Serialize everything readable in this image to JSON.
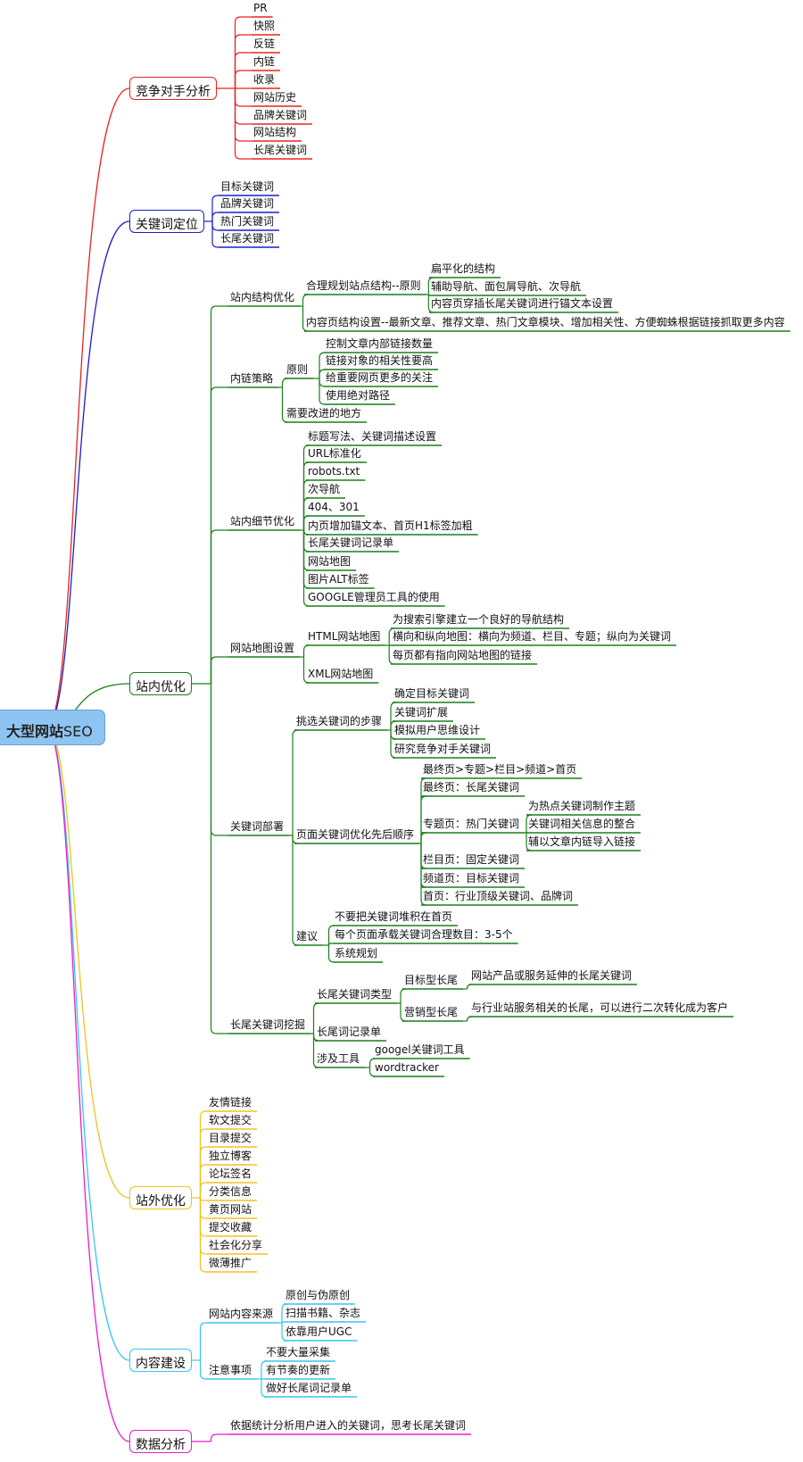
{
  "root": {
    "title_bold": "大型网站",
    "title_suffix": "SEO"
  },
  "competitor": {
    "title": "竞争对手分析",
    "color": "#e8231f",
    "items": [
      "PR",
      "快照",
      "反链",
      "内链",
      "收录",
      "网站历史",
      "品牌关键词",
      "网站结构",
      "长尾关键词"
    ]
  },
  "keyword_position": {
    "title": "关键词定位",
    "color": "#1c1ec8",
    "items": [
      "目标关键词",
      "品牌关键词",
      "热门关键词",
      "长尾关键词"
    ]
  },
  "onsite": {
    "title": "站内优化",
    "color": "#1b7f1b",
    "structure": {
      "title": "站内结构优化",
      "planning": "合理规划站点结构--原则",
      "flat": "扁平化的结构",
      "nav": "辅助导航、面包屑导航、次导航",
      "anchor": "内容页穿插长尾关键词进行锚文本设置",
      "content": "内容页结构设置--最新文章、推荐文章、热门文章模块、增加相关性、方便蜘蛛根据链接抓取更多内容"
    },
    "internal_links": {
      "title": "内链策略",
      "principle": "原则",
      "principles": [
        "控制文章内部链接数量",
        "链接对象的相关性要高",
        "给重要网页更多的关注",
        "使用绝对路径"
      ],
      "improve": "需要改进的地方"
    },
    "details": {
      "title": "站内细节优化",
      "items": [
        "标题写法、关键词描述设置",
        "URL标准化",
        "robots.txt",
        "次导航",
        "404、301",
        "内页增加锚文本、首页H1标签加粗",
        "长尾关键词记录单",
        "网站地图",
        "图片ALT标签",
        "GOOGLE管理员工具的使用"
      ]
    },
    "sitemap": {
      "title": "网站地图设置",
      "html": "HTML网站地图",
      "html_items": [
        "为搜索引擎建立一个良好的导航结构",
        "横向和纵向地图：横向为频道、栏目、专题；纵向为关键词",
        "每页都有指向网站地图的链接"
      ],
      "xml": "XML网站地图"
    },
    "keyword_deploy": {
      "title": "关键词部署",
      "steps": "挑选关键词的步骤",
      "step_items": [
        "确定目标关键词",
        "关键词扩展",
        "模拟用户思维设计",
        "研究竞争对手关键词"
      ],
      "order": "页面关键词优化先后顺序",
      "order_items": [
        "最终页>专题>栏目>频道>首页",
        "最终页：长尾关键词",
        "专题页：热门关键词",
        "栏目页：固定关键词",
        "频道页：目标关键词",
        "首页：行业顶级关键词、品牌词"
      ],
      "topic_items": [
        "为热点关键词制作主题",
        "关键词相关信息的整合",
        "辅以文章内链导入链接"
      ],
      "advice": "建议",
      "advice_items": [
        "不要把关键词堆积在首页",
        "每个页面承载关键词合理数目：3-5个",
        "系统规划"
      ]
    },
    "longtail": {
      "title": "长尾关键词挖掘",
      "types": "长尾关键词类型",
      "target": "目标型长尾",
      "target_desc": "网站产品或服务延伸的长尾关键词",
      "marketing": "营销型长尾",
      "marketing_desc": "与行业站服务相关的长尾，可以进行二次转化成为客户",
      "record": "长尾词记录单",
      "tools": "涉及工具",
      "tool_items": [
        "googel关键词工具",
        "wordtracker"
      ]
    }
  },
  "offsite": {
    "title": "站外优化",
    "color": "#f2c21e",
    "items": [
      "友情链接",
      "软文提交",
      "目录提交",
      "独立博客",
      "论坛签名",
      "分类信息",
      "黄页网站",
      "提交收藏",
      "社会化分享",
      "微薄推广"
    ]
  },
  "content_build": {
    "title": "内容建设",
    "color": "#35c6ec",
    "source": "网站内容来源",
    "source_items": [
      "原创与伪原创",
      "扫描书籍、杂志",
      "依靠用户UGC"
    ],
    "notes": "注意事项",
    "note_items": [
      "不要大量采集",
      "有节奏的更新",
      "做好长尾词记录单"
    ]
  },
  "data_analysis": {
    "title": "数据分析",
    "color": "#e81ec8",
    "item": "依据统计分析用户进入的关键词，思考长尾关键词"
  }
}
